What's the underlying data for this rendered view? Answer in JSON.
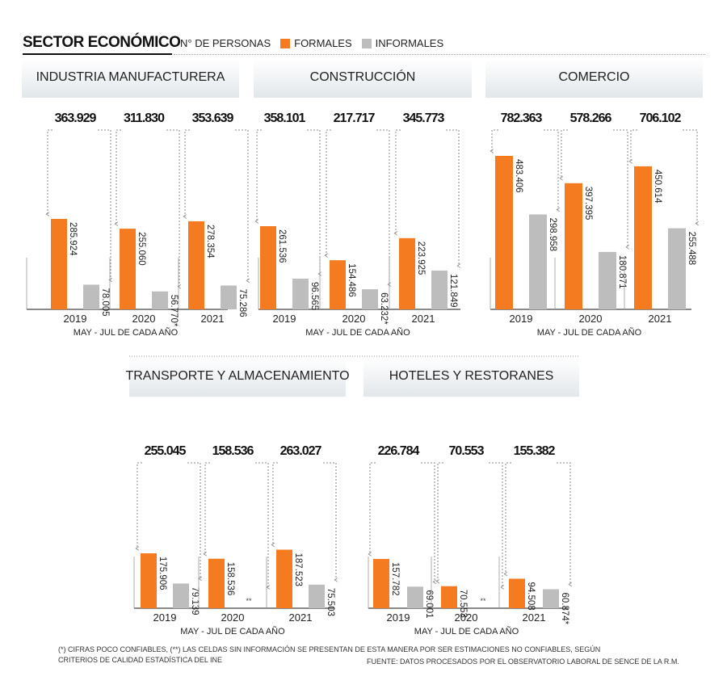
{
  "header": {
    "title": "SECTOR ECONÓMICO",
    "measure": "N° DE PERSONAS",
    "legend": [
      {
        "label": "FORMALES",
        "color": "#f47b20"
      },
      {
        "label": "INFORMALES",
        "color": "#bdbdbd"
      }
    ]
  },
  "colors": {
    "formales": "#f47b20",
    "informales": "#bdbdbd",
    "axis": "#444444",
    "connector": "#8a8a8a",
    "title_band_top": "#ffffff",
    "title_band_bottom": "#e2e7ea"
  },
  "chart_data": [
    {
      "type": "bar",
      "title": "INDUSTRIA MANUFACTURERA",
      "xlabel": "MAY - JUL DE CADA AÑO",
      "categories": [
        "2019",
        "2020",
        "2021"
      ],
      "totals": [
        "363.929",
        "311.830",
        "353.639"
      ],
      "series": [
        {
          "name": "FORMALES",
          "values": [
            285924,
            255060,
            278354
          ],
          "labels": [
            "285.924",
            "255.060",
            "278.354"
          ]
        },
        {
          "name": "INFORMALES",
          "values": [
            78005,
            56770,
            75286
          ],
          "labels": [
            "78.005",
            "56.770*",
            "75.286"
          ]
        }
      ]
    },
    {
      "type": "bar",
      "title": "CONSTRUCCIÓN",
      "xlabel": "MAY - JUL DE CADA AÑO",
      "categories": [
        "2019",
        "2020",
        "2021"
      ],
      "totals": [
        "358.101",
        "217.717",
        "345.773"
      ],
      "series": [
        {
          "name": "FORMALES",
          "values": [
            261536,
            154486,
            223925
          ],
          "labels": [
            "261.536",
            "154.486",
            "223.925"
          ]
        },
        {
          "name": "INFORMALES",
          "values": [
            96565,
            63232,
            121849
          ],
          "labels": [
            "96.565",
            "63.232*",
            "121.849"
          ]
        }
      ]
    },
    {
      "type": "bar",
      "title": "COMERCIO",
      "xlabel": "MAY - JUL DE CADA AÑO",
      "categories": [
        "2019",
        "2020",
        "2021"
      ],
      "totals": [
        "782.363",
        "578.266",
        "706.102"
      ],
      "series": [
        {
          "name": "FORMALES",
          "values": [
            483406,
            397395,
            450614
          ],
          "labels": [
            "483.406",
            "397.395",
            "450.614"
          ]
        },
        {
          "name": "INFORMALES",
          "values": [
            298958,
            180871,
            255488
          ],
          "labels": [
            "298.958",
            "180.871",
            "255.488"
          ]
        }
      ]
    },
    {
      "type": "bar",
      "title": "TRANSPORTE Y ALMACENAMIENTO",
      "xlabel": "MAY - JUL DE CADA AÑO",
      "categories": [
        "2019",
        "2020",
        "2021"
      ],
      "totals": [
        "255.045",
        "158.536",
        "263.027"
      ],
      "series": [
        {
          "name": "FORMALES",
          "values": [
            175906,
            158536,
            187523
          ],
          "labels": [
            "175.906",
            "158.536",
            "187.523"
          ]
        },
        {
          "name": "INFORMALES",
          "values": [
            79139,
            null,
            75503
          ],
          "labels": [
            "79.139",
            "**",
            "75.503"
          ]
        }
      ]
    },
    {
      "type": "bar",
      "title": "HOTELES Y RESTORANES",
      "xlabel": "MAY - JUL DE CADA AÑO",
      "categories": [
        "2019",
        "2020",
        "2021"
      ],
      "totals": [
        "226.784",
        "70.553",
        "155.382"
      ],
      "series": [
        {
          "name": "FORMALES",
          "values": [
            157782,
            70553,
            94508
          ],
          "labels": [
            "157.782",
            "70.553",
            "94.508"
          ]
        },
        {
          "name": "INFORMALES",
          "values": [
            69001,
            null,
            60874
          ],
          "labels": [
            "69.001",
            "**",
            "60.874*"
          ]
        }
      ]
    }
  ],
  "footnote": "(*) CIFRAS POCO CONFIABLES, (**) LAS CELDAS SIN INFORMACIÓN SE PRESENTAN DE ESTA MANERA POR SER ESTIMACIONES NO CONFIABLES, SEGÚN CRITERIOS DE CALIDAD ESTADÍSTICA DEL INE",
  "source": "FUENTE: DATOS PROCESADOS POR EL OBSERVATORIO LABORAL DE SENCE DE LA R.M."
}
